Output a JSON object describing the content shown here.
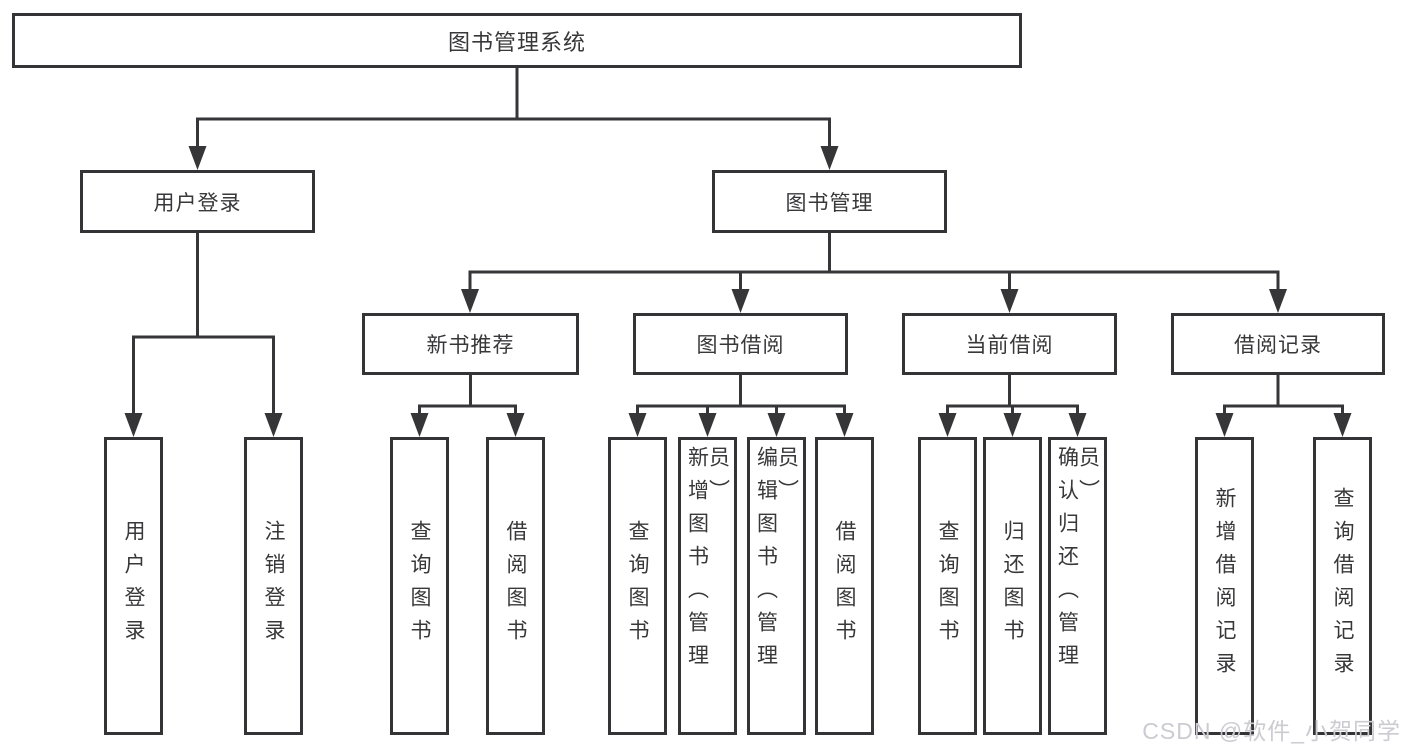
{
  "diagram": {
    "root": {
      "label": "图书管理系统"
    },
    "level2": [
      {
        "id": "user-login",
        "label": "用户登录"
      },
      {
        "id": "book-management",
        "label": "图书管理"
      }
    ],
    "level3": [
      {
        "id": "new-book-recommend",
        "label": "新书推荐"
      },
      {
        "id": "book-borrow",
        "label": "图书借阅"
      },
      {
        "id": "current-borrow",
        "label": "当前借阅"
      },
      {
        "id": "borrow-records",
        "label": "借阅记录"
      }
    ],
    "leaves": [
      {
        "id": "user-login-leaf",
        "label": "用户登录"
      },
      {
        "id": "logout",
        "label": "注销登录"
      },
      {
        "id": "recommend-query-books",
        "label": "查询图书"
      },
      {
        "id": "recommend-borrow-books",
        "label": "借阅图书"
      },
      {
        "id": "borrow-query-books",
        "label": "查询图书"
      },
      {
        "id": "borrow-add-books-admin",
        "label": "新增图书（管理员）"
      },
      {
        "id": "borrow-edit-books-admin",
        "label": "编辑图书（管理员）"
      },
      {
        "id": "borrow-borrow-books",
        "label": "借阅图书"
      },
      {
        "id": "current-query-books",
        "label": "查询图书"
      },
      {
        "id": "current-return-books",
        "label": "归还图书"
      },
      {
        "id": "current-confirm-return-admin",
        "label": "确认归还（管理员）"
      },
      {
        "id": "records-add-record",
        "label": "新增借阅记录"
      },
      {
        "id": "records-query-record",
        "label": "查询借阅记录"
      }
    ],
    "watermark": "CSDN @软件_小贺同学",
    "colors": {
      "line": "#363638",
      "box_border": "#343437",
      "text": "#38383a",
      "watermark": "#cbcbd1",
      "background": "#ffffff"
    }
  }
}
